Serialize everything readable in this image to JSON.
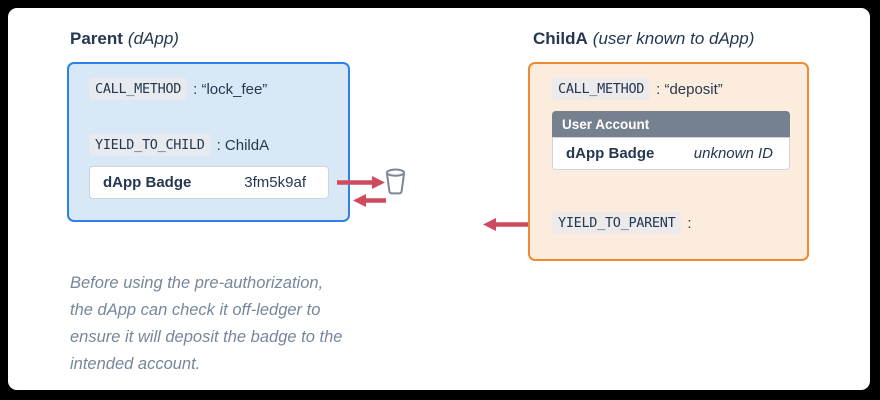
{
  "parent": {
    "title": "Parent",
    "title_suffix": "(dApp)",
    "lines": {
      "call_method": {
        "key": "CALL_METHOD",
        "value": ": “lock_fee”"
      },
      "yield": {
        "key": "YIELD_TO_CHILD",
        "value": ": ChildA"
      }
    },
    "badge": {
      "label": "dApp Badge",
      "value": "3fm5k9af"
    }
  },
  "child": {
    "title": "ChildA",
    "title_suffix": "(user known to dApp)",
    "lines": {
      "call_method": {
        "key": "CALL_METHOD",
        "value": ": “deposit”"
      },
      "yield": {
        "key": "YIELD_TO_PARENT",
        "value": ":"
      }
    },
    "account_header": "User Account",
    "badge": {
      "label": "dApp Badge",
      "value": "unknown ID"
    }
  },
  "note": {
    "text": "Before using the pre-authorization,\nthe dApp can check it off-ledger to\nensure it will deposit the badge to the\nintended account."
  },
  "icons": {
    "trash": "trash-icon",
    "arrow_right": "arrow-right-icon",
    "arrow_left": "arrow-left-icon"
  },
  "colors": {
    "accent-blue": "#2e81e8",
    "parent-fill": "#d9e8f6",
    "accent-orange": "#ee8a31",
    "child-fill": "#fbecdd",
    "navy": "#253850",
    "slate": "#76818f",
    "row-border": "#ccd4dc",
    "arrow-red": "#d04a5f",
    "note-gray": "#76879a",
    "trash-gray": "#7b8697"
  }
}
